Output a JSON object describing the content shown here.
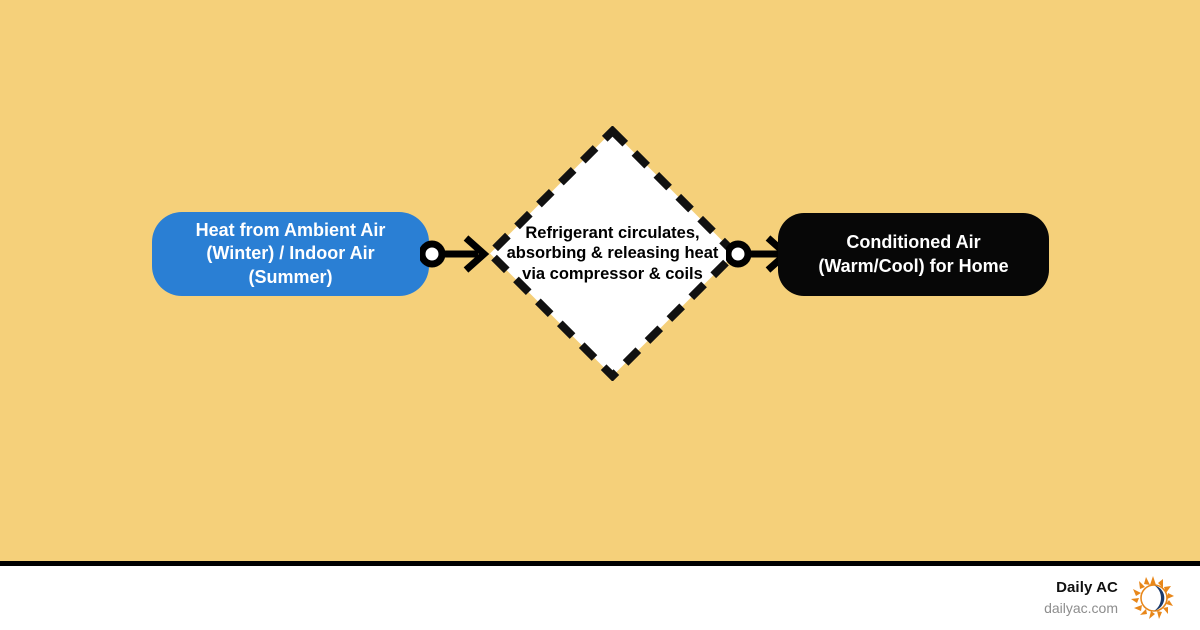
{
  "diagram": {
    "type": "flowchart",
    "background_color": "#f5d07a",
    "nodes": [
      {
        "id": "source",
        "shape": "rounded-rectangle",
        "label": "Heat from Ambient Air (Winter) / Indoor Air (Summer)",
        "fill_color": "#2a7fd4",
        "text_color": "#ffffff"
      },
      {
        "id": "process",
        "shape": "diamond-dashed",
        "label": "Refrigerant circulates, absorbing & releasing heat via compressor & coils",
        "fill_color": "#ffffff",
        "stroke_color": "#111111",
        "text_color": "#000000"
      },
      {
        "id": "output",
        "shape": "rounded-rectangle",
        "label": "Conditioned Air (Warm/Cool) for Home",
        "fill_color": "#070707",
        "text_color": "#ffffff"
      }
    ],
    "connectors": [
      {
        "id": "source-to-process",
        "from": "source",
        "to": "process",
        "style": "circle-tail-arrow-head",
        "color": "#000000"
      },
      {
        "id": "process-to-output",
        "from": "process",
        "to": "output",
        "style": "circle-tail-arrow-head",
        "color": "#000000"
      }
    ]
  },
  "footer": {
    "brand_name": "Daily AC",
    "brand_url": "dailyac.com",
    "logo_icon": "sun-moon-icon",
    "logo_sun_color": "#e8871a",
    "logo_moon_color": "#1b3a6b",
    "rule_color": "#000000"
  }
}
